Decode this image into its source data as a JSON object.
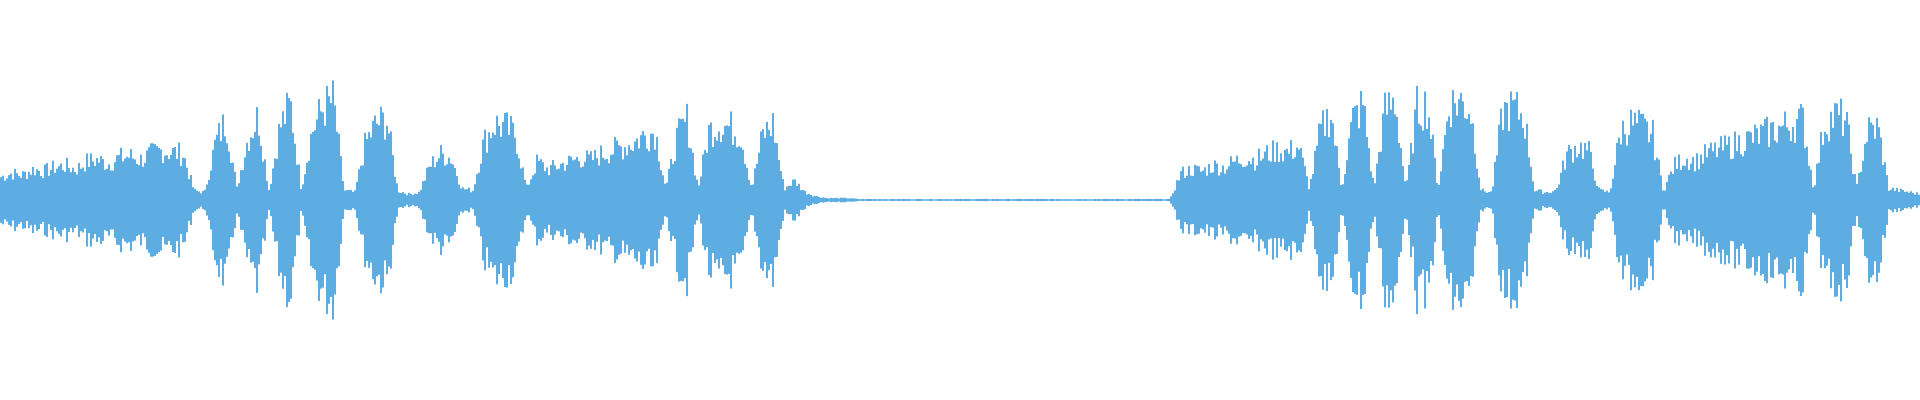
{
  "waveform": {
    "color": "#5dade2",
    "background": "#ffffff",
    "envelope": [
      0.12,
      0.14,
      0.13,
      0.16,
      0.15,
      0.17,
      0.18,
      0.16,
      0.2,
      0.21,
      0.19,
      0.22,
      0.23,
      0.21,
      0.24,
      0.26,
      0.25,
      0.24,
      0.05,
      0.04,
      0.3,
      0.42,
      0.06,
      0.32,
      0.44,
      0.05,
      0.38,
      0.5,
      0.06,
      0.36,
      0.48,
      0.52,
      0.05,
      0.04,
      0.3,
      0.4,
      0.42,
      0.05,
      0.03,
      0.04,
      0.18,
      0.24,
      0.22,
      0.06,
      0.05,
      0.3,
      0.4,
      0.38,
      0.34,
      0.06,
      0.2,
      0.16,
      0.18,
      0.2,
      0.22,
      0.21,
      0.24,
      0.26,
      0.28,
      0.3,
      0.34,
      0.36,
      0.06,
      0.32,
      0.42,
      0.06,
      0.36,
      0.4,
      0.38,
      0.34,
      0.06,
      0.34,
      0.4,
      0.06,
      0.1,
      0.04,
      0.02,
      0.01,
      0.01,
      0.01,
      0.005,
      0.005,
      0.005,
      0.005,
      0.005,
      0.005,
      0.005,
      0.005,
      0.005,
      0.005,
      0.005,
      0.005,
      0.005,
      0.005,
      0.005,
      0.005,
      0.005,
      0.005,
      0.005,
      0.005,
      0.005,
      0.005,
      0.005,
      0.005,
      0.005,
      0.005,
      0.005,
      0.005,
      0.005,
      0.005,
      0.14,
      0.16,
      0.15,
      0.18,
      0.17,
      0.2,
      0.22,
      0.21,
      0.24,
      0.26,
      0.25,
      0.28,
      0.06,
      0.36,
      0.46,
      0.06,
      0.42,
      0.5,
      0.06,
      0.46,
      0.52,
      0.05,
      0.48,
      0.5,
      0.06,
      0.5,
      0.52,
      0.48,
      0.05,
      0.04,
      0.46,
      0.48,
      0.44,
      0.05,
      0.04,
      0.05,
      0.24,
      0.28,
      0.26,
      0.05,
      0.04,
      0.36,
      0.4,
      0.38,
      0.34,
      0.05,
      0.18,
      0.22,
      0.2,
      0.24,
      0.26,
      0.28,
      0.3,
      0.32,
      0.34,
      0.36,
      0.38,
      0.4,
      0.42,
      0.06,
      0.4,
      0.44,
      0.42,
      0.06,
      0.36,
      0.38,
      0.06,
      0.05,
      0.04,
      0.03
    ]
  }
}
